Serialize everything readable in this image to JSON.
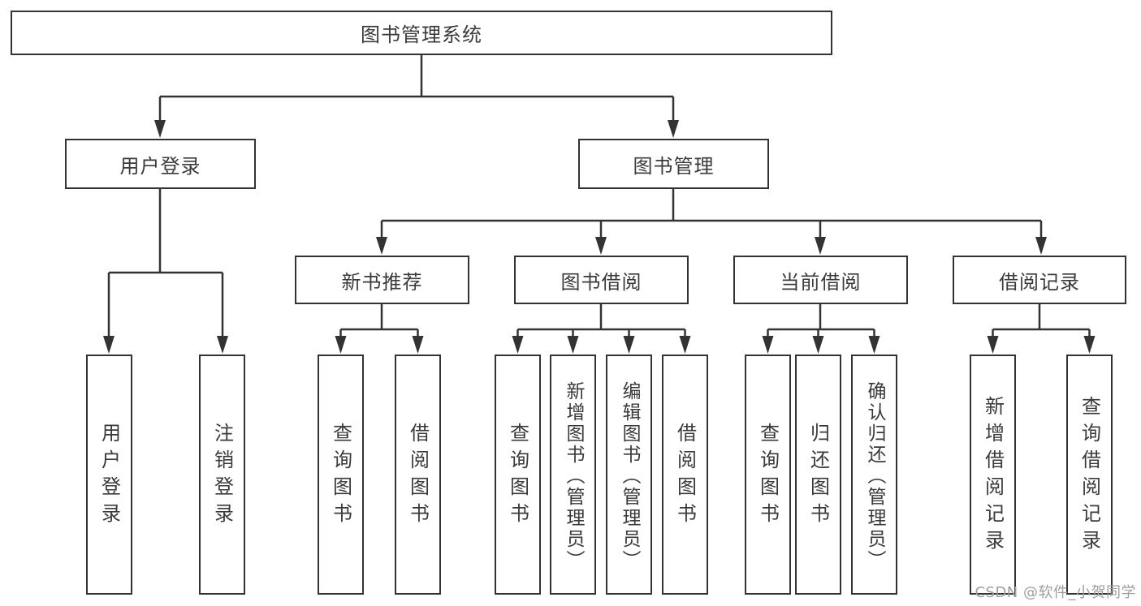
{
  "diagram": {
    "title_note": "functional decomposition tree of a library management system",
    "root_label": "图书管理系统",
    "level2": [
      {
        "label": "用户登录",
        "children": [
          "用户登录",
          "注销登录"
        ]
      },
      {
        "label": "图书管理",
        "children_groups": [
          {
            "label": "新书推荐",
            "children": [
              "查询图书",
              "借阅图书"
            ]
          },
          {
            "label": "图书借阅",
            "children": [
              "查询图书",
              "新增图书（管理员）",
              "编辑图书（管理员）",
              "借阅图书"
            ]
          },
          {
            "label": "当前借阅",
            "children": [
              "查询图书",
              "归还图书",
              "确认归还（管理员）"
            ]
          },
          {
            "label": "借阅记录",
            "children": [
              "新增借阅记录",
              "查询借阅记录"
            ]
          }
        ]
      }
    ]
  },
  "colors": {
    "line": "#333333",
    "box_border": "#333333",
    "box_fill": "#ffffff",
    "text": "#3a3a3a",
    "watermark": "#9e9e9e"
  },
  "watermark": "CSDN @软件_小贺同学"
}
